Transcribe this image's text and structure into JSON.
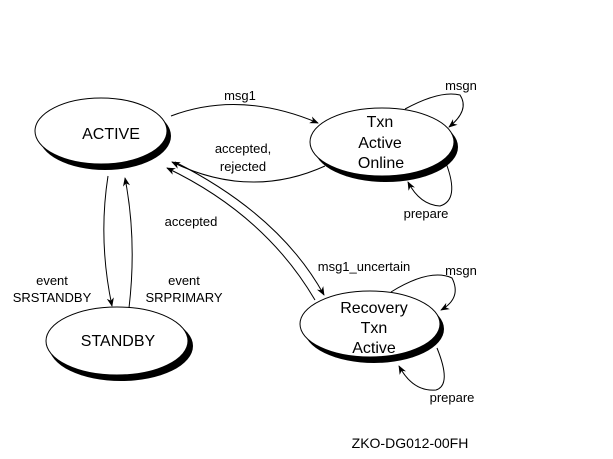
{
  "diagram": {
    "type": "state-transition",
    "figure_id": "ZKO-DG012-00FH",
    "states": [
      {
        "id": "active",
        "lines": [
          "ACTIVE"
        ]
      },
      {
        "id": "txn-active-online",
        "lines": [
          "Txn",
          "Active",
          "Online"
        ]
      },
      {
        "id": "standby",
        "lines": [
          "STANDBY"
        ]
      },
      {
        "id": "recovery-txn-active",
        "lines": [
          "Recovery",
          "Txn",
          "Active"
        ]
      }
    ],
    "transitions": [
      {
        "id": "active-to-txn",
        "from": "active",
        "to": "txn-active-online",
        "lines": [
          "msg1"
        ]
      },
      {
        "id": "txn-to-active",
        "from": "txn-active-online",
        "to": "active",
        "lines": [
          "accepted,",
          "rejected"
        ]
      },
      {
        "id": "txn-self-msgn",
        "from": "txn-active-online",
        "to": "txn-active-online",
        "lines": [
          "msgn"
        ]
      },
      {
        "id": "txn-self-prepare",
        "from": "txn-active-online",
        "to": "txn-active-online",
        "lines": [
          "prepare"
        ]
      },
      {
        "id": "active-to-standby",
        "from": "active",
        "to": "standby",
        "lines": [
          "event",
          "SRSTANDBY"
        ]
      },
      {
        "id": "standby-to-active",
        "from": "standby",
        "to": "active",
        "lines": [
          "event",
          "SRPRIMARY"
        ]
      },
      {
        "id": "active-to-recovery",
        "from": "active",
        "to": "recovery-txn-active",
        "lines": [
          "msg1_uncertain"
        ]
      },
      {
        "id": "recovery-to-active",
        "from": "recovery-txn-active",
        "to": "active",
        "lines": [
          "accepted"
        ]
      },
      {
        "id": "recovery-self-msgn",
        "from": "recovery-txn-active",
        "to": "recovery-txn-active",
        "lines": [
          "msgn"
        ]
      },
      {
        "id": "recovery-self-prepare",
        "from": "recovery-txn-active",
        "to": "recovery-txn-active",
        "lines": [
          "prepare"
        ]
      }
    ]
  }
}
